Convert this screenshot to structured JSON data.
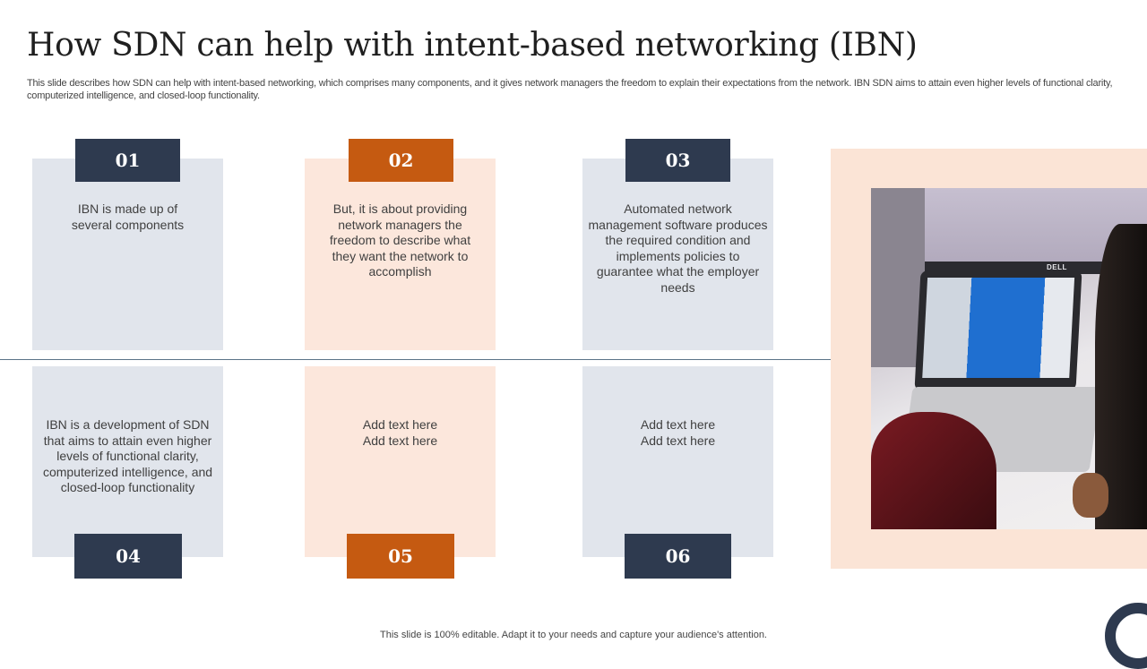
{
  "title": "How SDN can help with intent-based networking (IBN)",
  "description": "This slide describes how SDN can help with intent-based networking, which comprises many components, and it gives network managers the freedom to explain their expectations from the network. IBN SDN aims to attain even higher levels of functional clarity,  computerized intelligence, and closed-loop functionality.",
  "cards": [
    {
      "number": "01",
      "text": "IBN is made up of several components"
    },
    {
      "number": "02",
      "text": "But, it is about providing network managers the freedom to describe what they want the network to accomplish"
    },
    {
      "number": "03",
      "text": "Automated network management software produces the required condition and implements policies to guarantee what the employer needs"
    },
    {
      "number": "04",
      "text": "IBN is a development of SDN that aims to attain even higher levels of functional clarity, computerized intelligence, and closed-loop functionality"
    },
    {
      "number": "05",
      "text": "Add text here Add text here"
    },
    {
      "number": "06",
      "text": "Add text here Add text here"
    }
  ],
  "photo": {
    "laptop_brand": "DELL"
  },
  "footer": "This slide is 100% editable. Adapt it to your needs and capture your audience's attention.",
  "colors": {
    "dark": "#2e3a4f",
    "orange": "#c55a11",
    "blue_card": "#e1e5ec",
    "peach_card": "#fce7dc"
  }
}
